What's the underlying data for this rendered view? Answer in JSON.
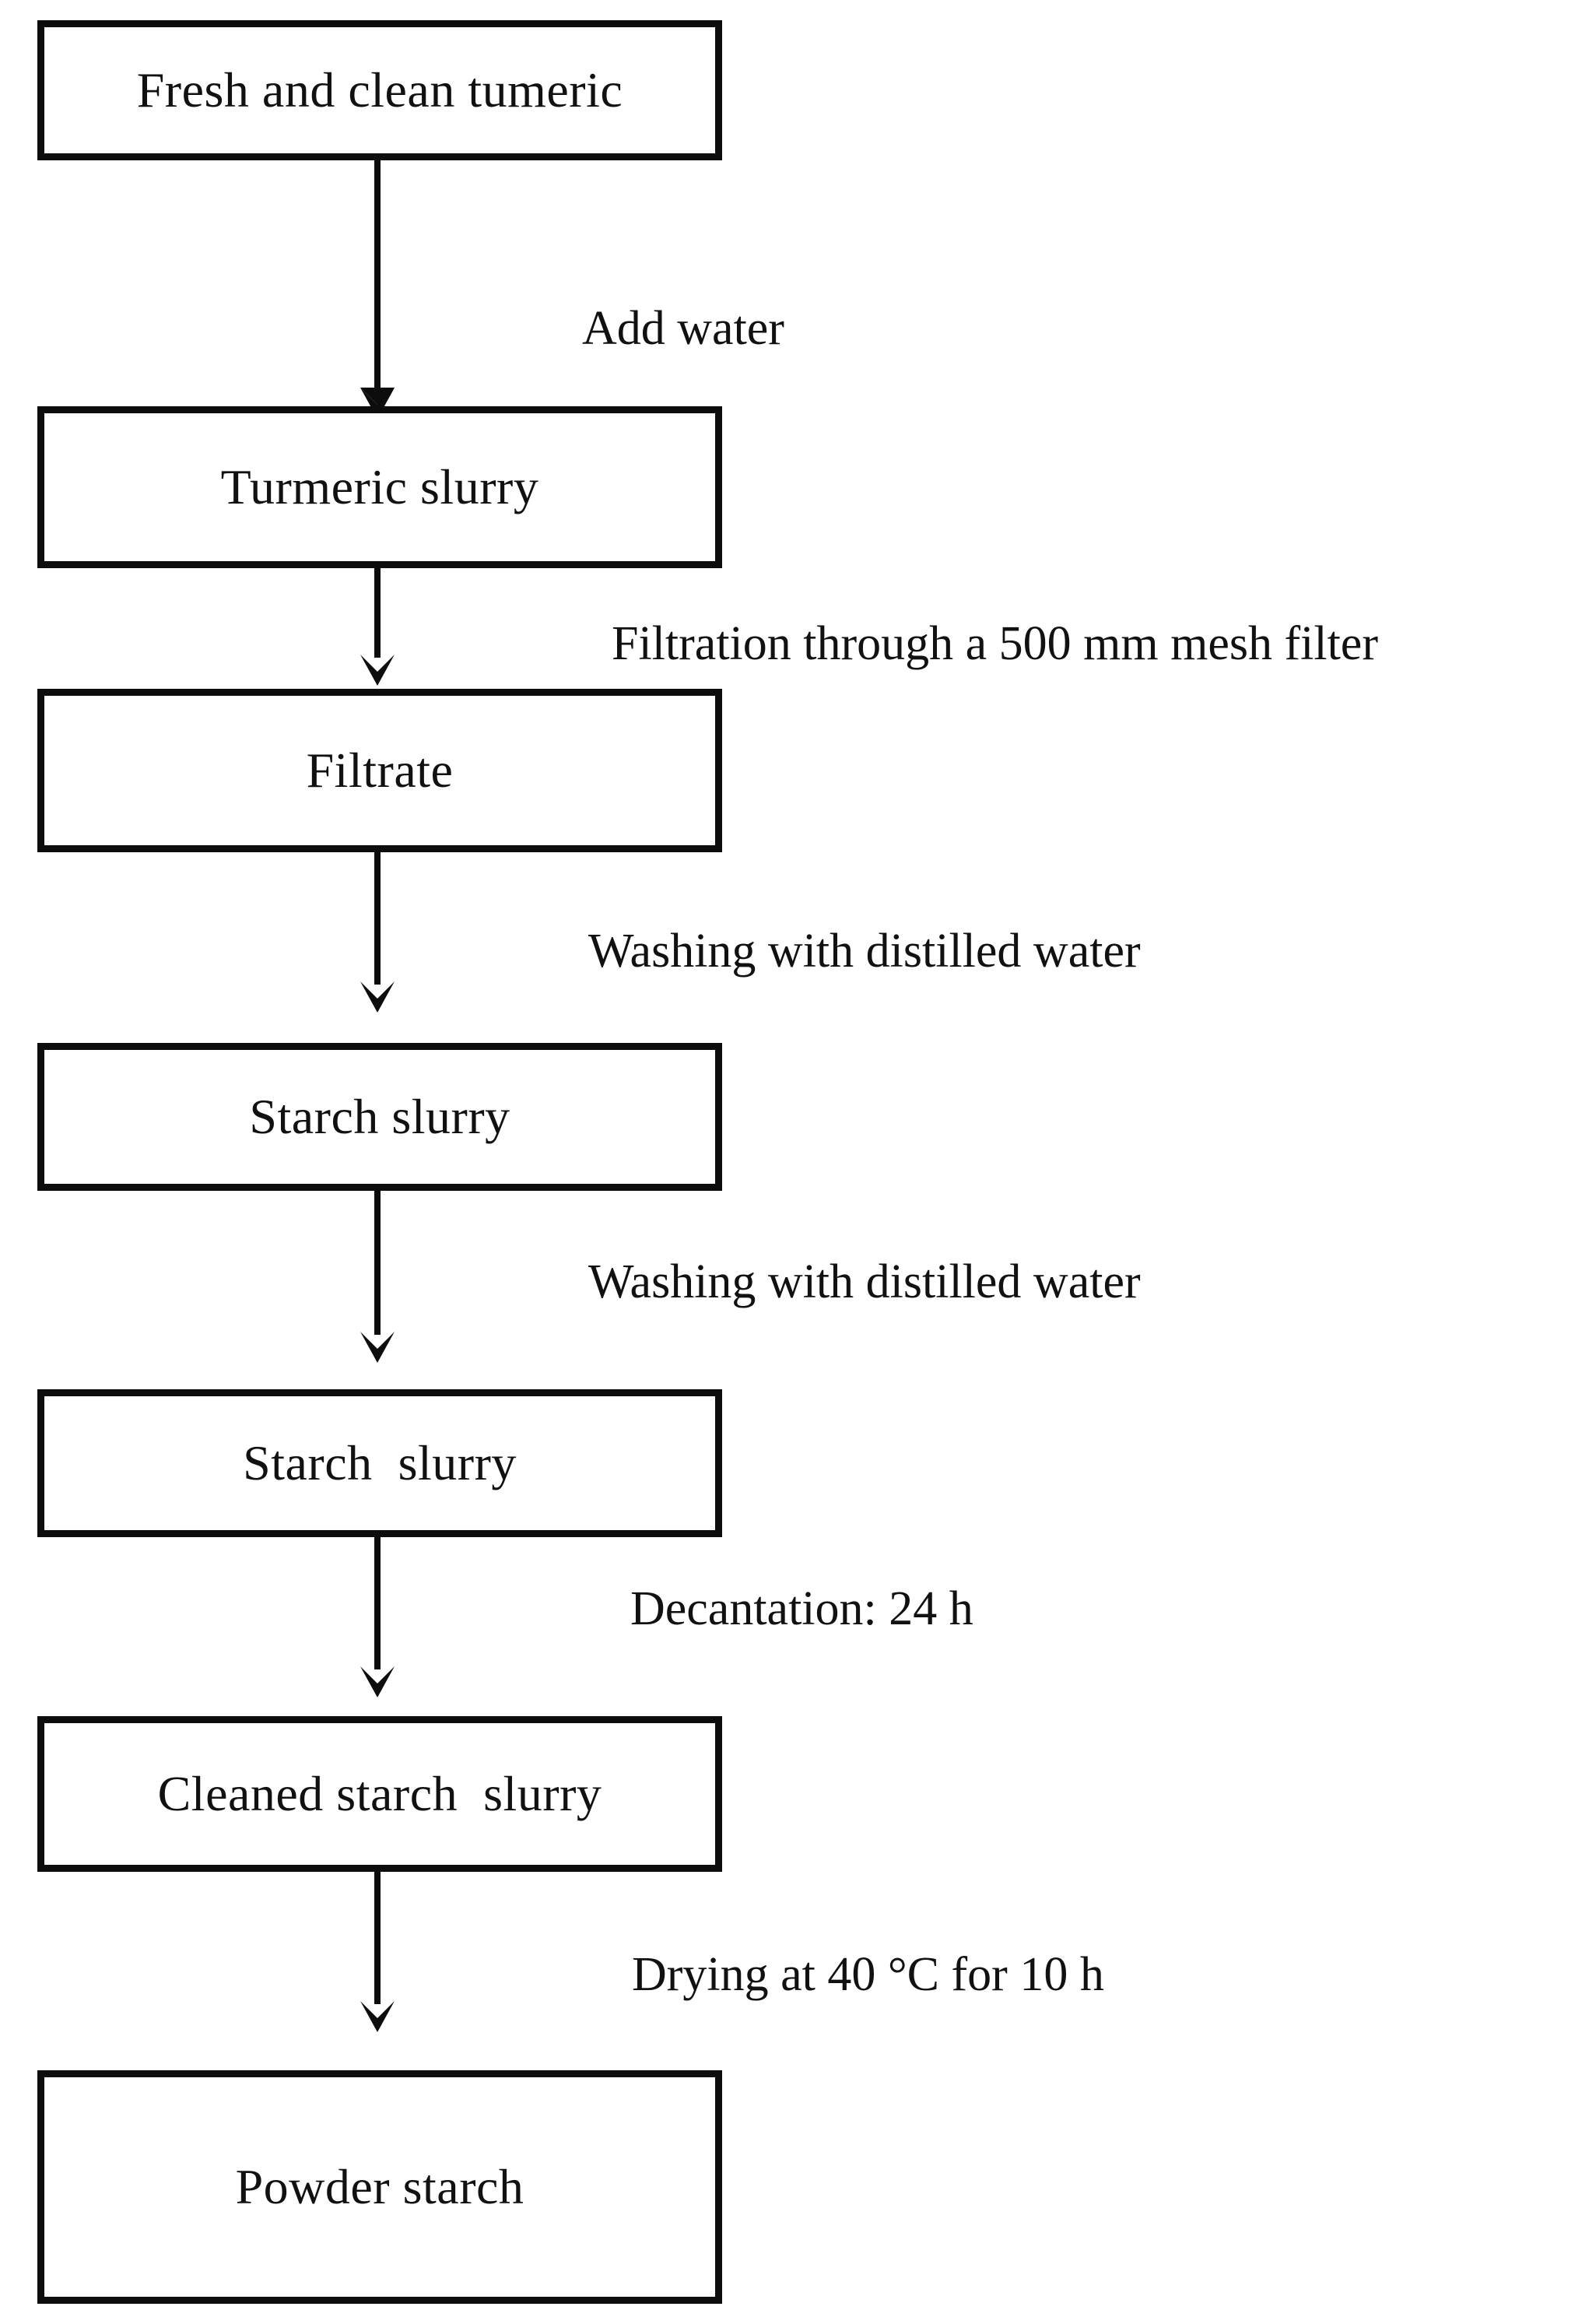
{
  "diagram": {
    "title": "Turmeric starch extraction process flowchart",
    "type": "flowchart",
    "orientation": "vertical",
    "background_color": "#ffffff",
    "line_color": "#0d0d0d",
    "text_color": "#111111"
  },
  "nodes": [
    {
      "id": "node-1",
      "label": "Fresh and clean tumeric"
    },
    {
      "id": "node-2",
      "label": "Turmeric slurry"
    },
    {
      "id": "node-3",
      "label": "Filtrate"
    },
    {
      "id": "node-4",
      "label": "Starch slurry"
    },
    {
      "id": "node-5",
      "label": "Starch  slurry"
    },
    {
      "id": "node-6",
      "label": "Cleaned starch  slurry"
    },
    {
      "id": "node-7",
      "label": "Powder starch"
    }
  ],
  "edges": [
    {
      "id": "edge-1",
      "from": "node-1",
      "to": "node-2",
      "label": "Add water"
    },
    {
      "id": "edge-2",
      "from": "node-2",
      "to": "node-3",
      "label": "Filtration through a 500 mm mesh filter"
    },
    {
      "id": "edge-3",
      "from": "node-3",
      "to": "node-4",
      "label": "Washing with distilled water"
    },
    {
      "id": "edge-4",
      "from": "node-4",
      "to": "node-5",
      "label": "Washing with distilled water"
    },
    {
      "id": "edge-5",
      "from": "node-5",
      "to": "node-6",
      "label": "Decantation: 24 h"
    },
    {
      "id": "edge-6",
      "from": "node-6",
      "to": "node-7",
      "label": "Drying at 40 °C for 10 h"
    }
  ]
}
